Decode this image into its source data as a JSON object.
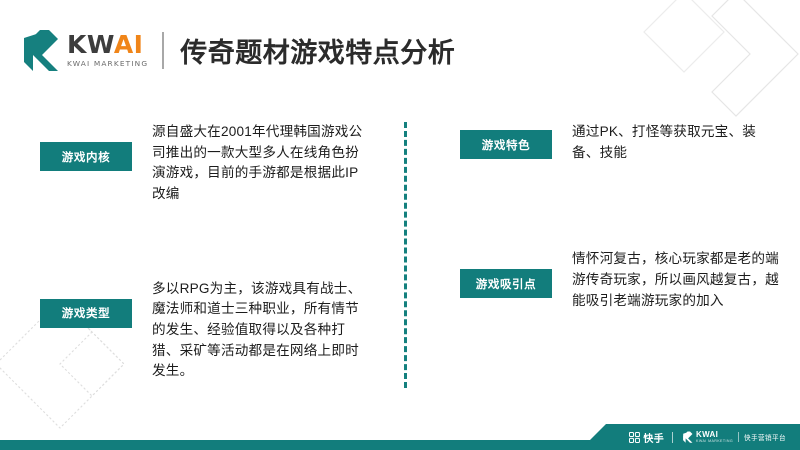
{
  "header": {
    "logo": {
      "brand": "KWAI",
      "brand_prefix": "KW",
      "brand_accent": "AI",
      "subtitle": "KWAI MARKETING",
      "mark_icon": "kwai-chevron-icon"
    },
    "title": "传奇题材游戏特点分析"
  },
  "columns": {
    "left": [
      {
        "tag": "游戏内核",
        "text": "源自盛大在2001年代理韩国游戏公司推出的一款大型多人在线角色扮演游戏，目前的手游都是根据此IP改编"
      },
      {
        "tag": "游戏类型",
        "text": "多以RPG为主，该游戏具有战士、魔法师和道士三种职业，所有情节的发生、经验值取得以及各种打猎、采矿等活动都是在网络上即时发生。"
      }
    ],
    "right": [
      {
        "tag": "游戏特色",
        "text": "通过PK、打怪等获取元宝、装备、技能"
      },
      {
        "tag": "游戏吸引点",
        "text": "情怀河复古，核心玩家都是老的端游传奇玩家，所以画风越复古，越能吸引老端游玩家的加入"
      }
    ]
  },
  "footer": {
    "kuaishou_label": "快手",
    "kuaishou_icon": "kuaishou-logo-icon",
    "kwai_brand": "KWAI",
    "kwai_sub": "KWAI MARKETING",
    "kwai_icon": "kwai-chevron-icon",
    "tagline": "快手营销平台"
  },
  "decorations": {
    "top_right": "chevron-outline-icon",
    "bottom_left": "chevron-dashed-outline-icon",
    "center_divider": "vertical-dashed-divider"
  },
  "colors": {
    "teal": "#127D7C",
    "orange": "#F08519",
    "text_dark": "#1c1c1c",
    "title_dark": "#2b2b2b",
    "deco_gray": "#e2e2e2"
  }
}
